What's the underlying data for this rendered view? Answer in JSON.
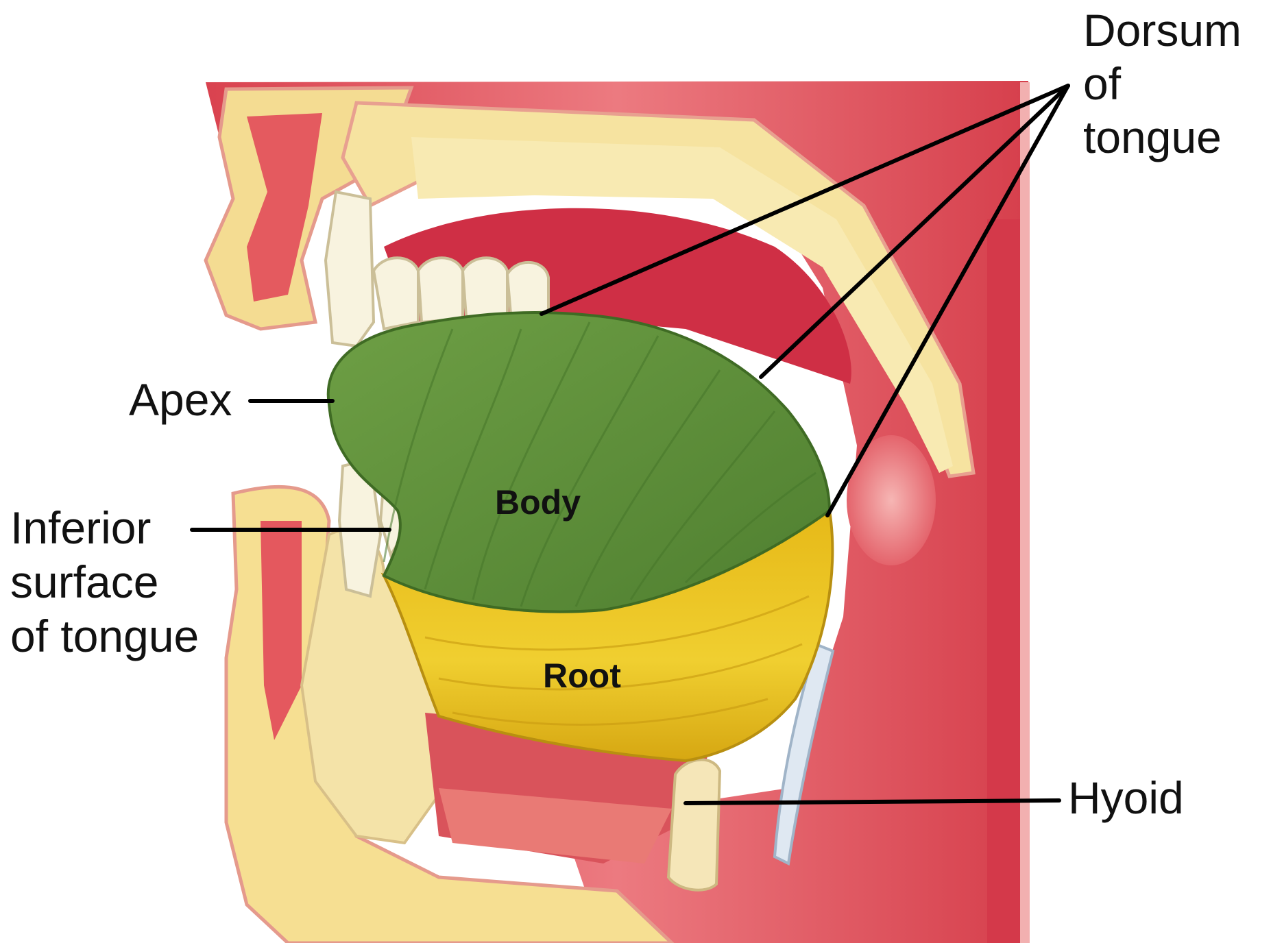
{
  "labels": {
    "dorsum_line1": "Dorsum",
    "dorsum_line2": "of",
    "dorsum_line3": "tongue",
    "apex": "Apex",
    "inferior_line1": "Inferior",
    "inferior_line2": "surface",
    "inferior_line3": "of tongue",
    "hyoid": "Hyoid",
    "body": "Body",
    "root": "Root"
  },
  "colors": {
    "body_region": "#5e8f3a",
    "root_region": "#e2b215",
    "tissue_red": "#e0505a",
    "bone_yellow": "#f3dc8a",
    "leader_line": "#000000"
  }
}
